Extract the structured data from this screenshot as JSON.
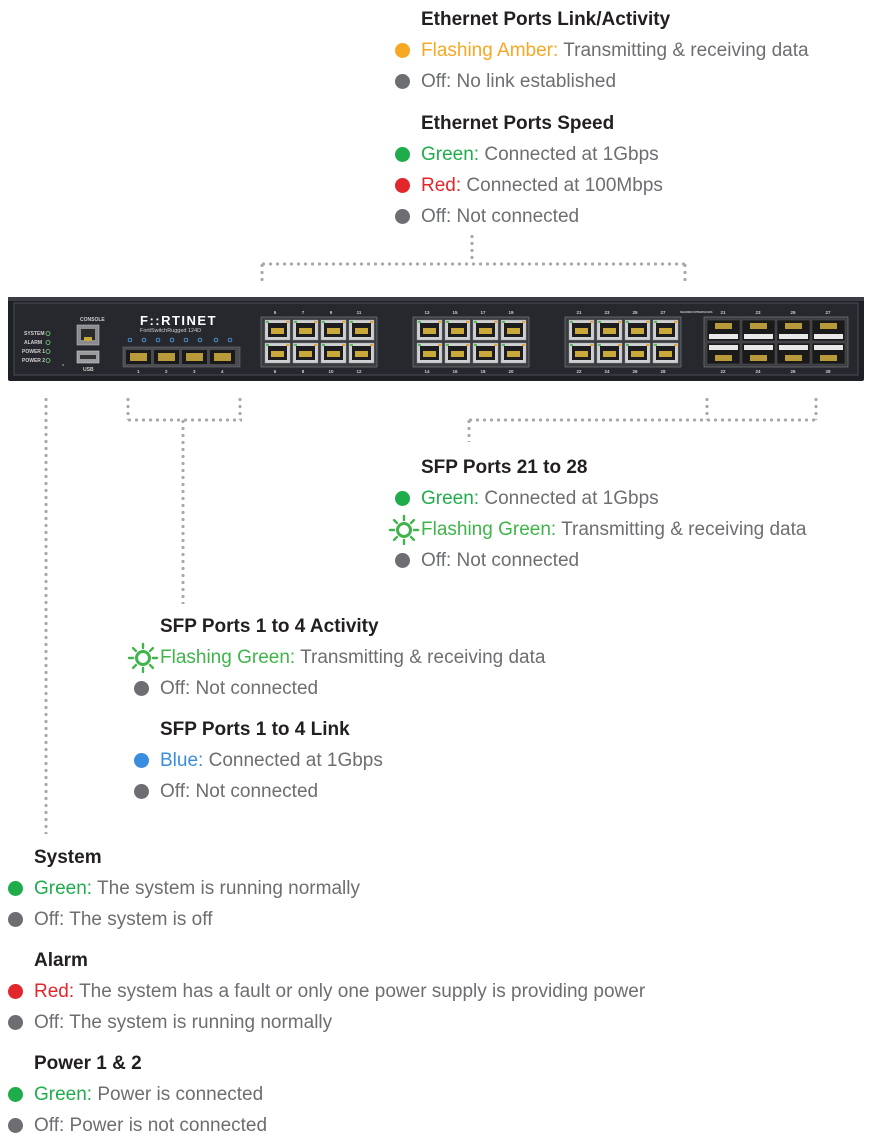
{
  "colors": {
    "amber": "#f7a823",
    "green": "#1fad4b",
    "red": "#e2262b",
    "blue": "#3a8dde",
    "off": "#6d6e71",
    "flash_green": "#3fb549"
  },
  "device": {
    "brand": "F::RTINET",
    "model": "FortiSwitchRugged 124D",
    "led_labels": [
      "SYSTEM",
      "ALARM",
      "POWER 1",
      "POWER 2"
    ],
    "console_label": "CONSOLE",
    "usb_label": "USB",
    "sfp_numbers": [
      "1",
      "2",
      "3",
      "4"
    ],
    "eth_block1_top": [
      "5",
      "7",
      "9",
      "11"
    ],
    "eth_block1_bottom": [
      "6",
      "8",
      "10",
      "12"
    ],
    "eth_block2_top": [
      "13",
      "15",
      "17",
      "19"
    ],
    "eth_block2_bottom": [
      "14",
      "16",
      "18",
      "20"
    ],
    "eth_block3_top": [
      "21",
      "23",
      "25",
      "27"
    ],
    "eth_block3_bottom": [
      "22",
      "24",
      "26",
      "28"
    ],
    "shared_label": "SHARED INTERFACES",
    "sfp2_top": [
      "21",
      "23",
      "25",
      "27"
    ],
    "sfp2_bottom": [
      "22",
      "24",
      "26",
      "28"
    ]
  },
  "legend": {
    "eth_link": {
      "title": "Ethernet Ports Link/Activity",
      "items": [
        {
          "icon": "amber-dot-icon",
          "label": "Flashing Amber:",
          "desc": " Transmitting & receiving data",
          "color": "#f7a823"
        },
        {
          "icon": "gray-dot-icon",
          "label": "Off:",
          "desc": " No link established",
          "color": "#6d6e71"
        }
      ]
    },
    "eth_speed": {
      "title": "Ethernet Ports Speed",
      "items": [
        {
          "icon": "green-dot-icon",
          "label": "Green:",
          "desc": " Connected at 1Gbps",
          "color": "#1fad4b"
        },
        {
          "icon": "red-dot-icon",
          "label": "Red:",
          "desc": " Connected at 100Mbps",
          "color": "#e2262b"
        },
        {
          "icon": "gray-dot-icon",
          "label": "Off:",
          "desc": " Not connected",
          "color": "#6d6e71"
        }
      ]
    },
    "sfp21": {
      "title": "SFP Ports 21 to 28",
      "items": [
        {
          "icon": "green-dot-icon",
          "label": "Green:",
          "desc": " Connected at 1Gbps",
          "color": "#1fad4b"
        },
        {
          "icon": "flashing-green-icon",
          "label": "Flashing Green:",
          "desc": " Transmitting & receiving data",
          "color": "#3fb549"
        },
        {
          "icon": "gray-dot-icon",
          "label": "Off:",
          "desc": " Not connected",
          "color": "#6d6e71"
        }
      ]
    },
    "sfp_activity": {
      "title": "SFP Ports 1 to 4 Activity",
      "items": [
        {
          "icon": "flashing-green-icon",
          "label": "Flashing Green:",
          "desc": " Transmitting & receiving data",
          "color": "#3fb549"
        },
        {
          "icon": "gray-dot-icon",
          "label": "Off:",
          "desc": " Not connected",
          "color": "#6d6e71"
        }
      ]
    },
    "sfp_link": {
      "title": "SFP Ports 1 to 4 Link",
      "items": [
        {
          "icon": "blue-dot-icon",
          "label": "Blue:",
          "desc": " Connected at 1Gbps",
          "color": "#3a8dde"
        },
        {
          "icon": "gray-dot-icon",
          "label": "Off:",
          "desc": " Not connected",
          "color": "#6d6e71"
        }
      ]
    },
    "system": {
      "title": "System",
      "items": [
        {
          "icon": "green-dot-icon",
          "label": "Green:",
          "desc": " The system is running normally",
          "color": "#1fad4b"
        },
        {
          "icon": "gray-dot-icon",
          "label": "Off:",
          "desc": " The system is off",
          "color": "#6d6e71"
        }
      ]
    },
    "alarm": {
      "title": "Alarm",
      "items": [
        {
          "icon": "red-dot-icon",
          "label": "Red:",
          "desc": " The system has a fault or only one power supply is providing power",
          "color": "#e2262b"
        },
        {
          "icon": "gray-dot-icon",
          "label": "Off:",
          "desc": " The system is running normally",
          "color": "#6d6e71"
        }
      ]
    },
    "power": {
      "title": "Power 1 & 2",
      "items": [
        {
          "icon": "green-dot-icon",
          "label": "Green:",
          "desc": " Power is connected",
          "color": "#1fad4b"
        },
        {
          "icon": "gray-dot-icon",
          "label": "Off:",
          "desc": " Power is not connected",
          "color": "#6d6e71"
        }
      ]
    }
  }
}
